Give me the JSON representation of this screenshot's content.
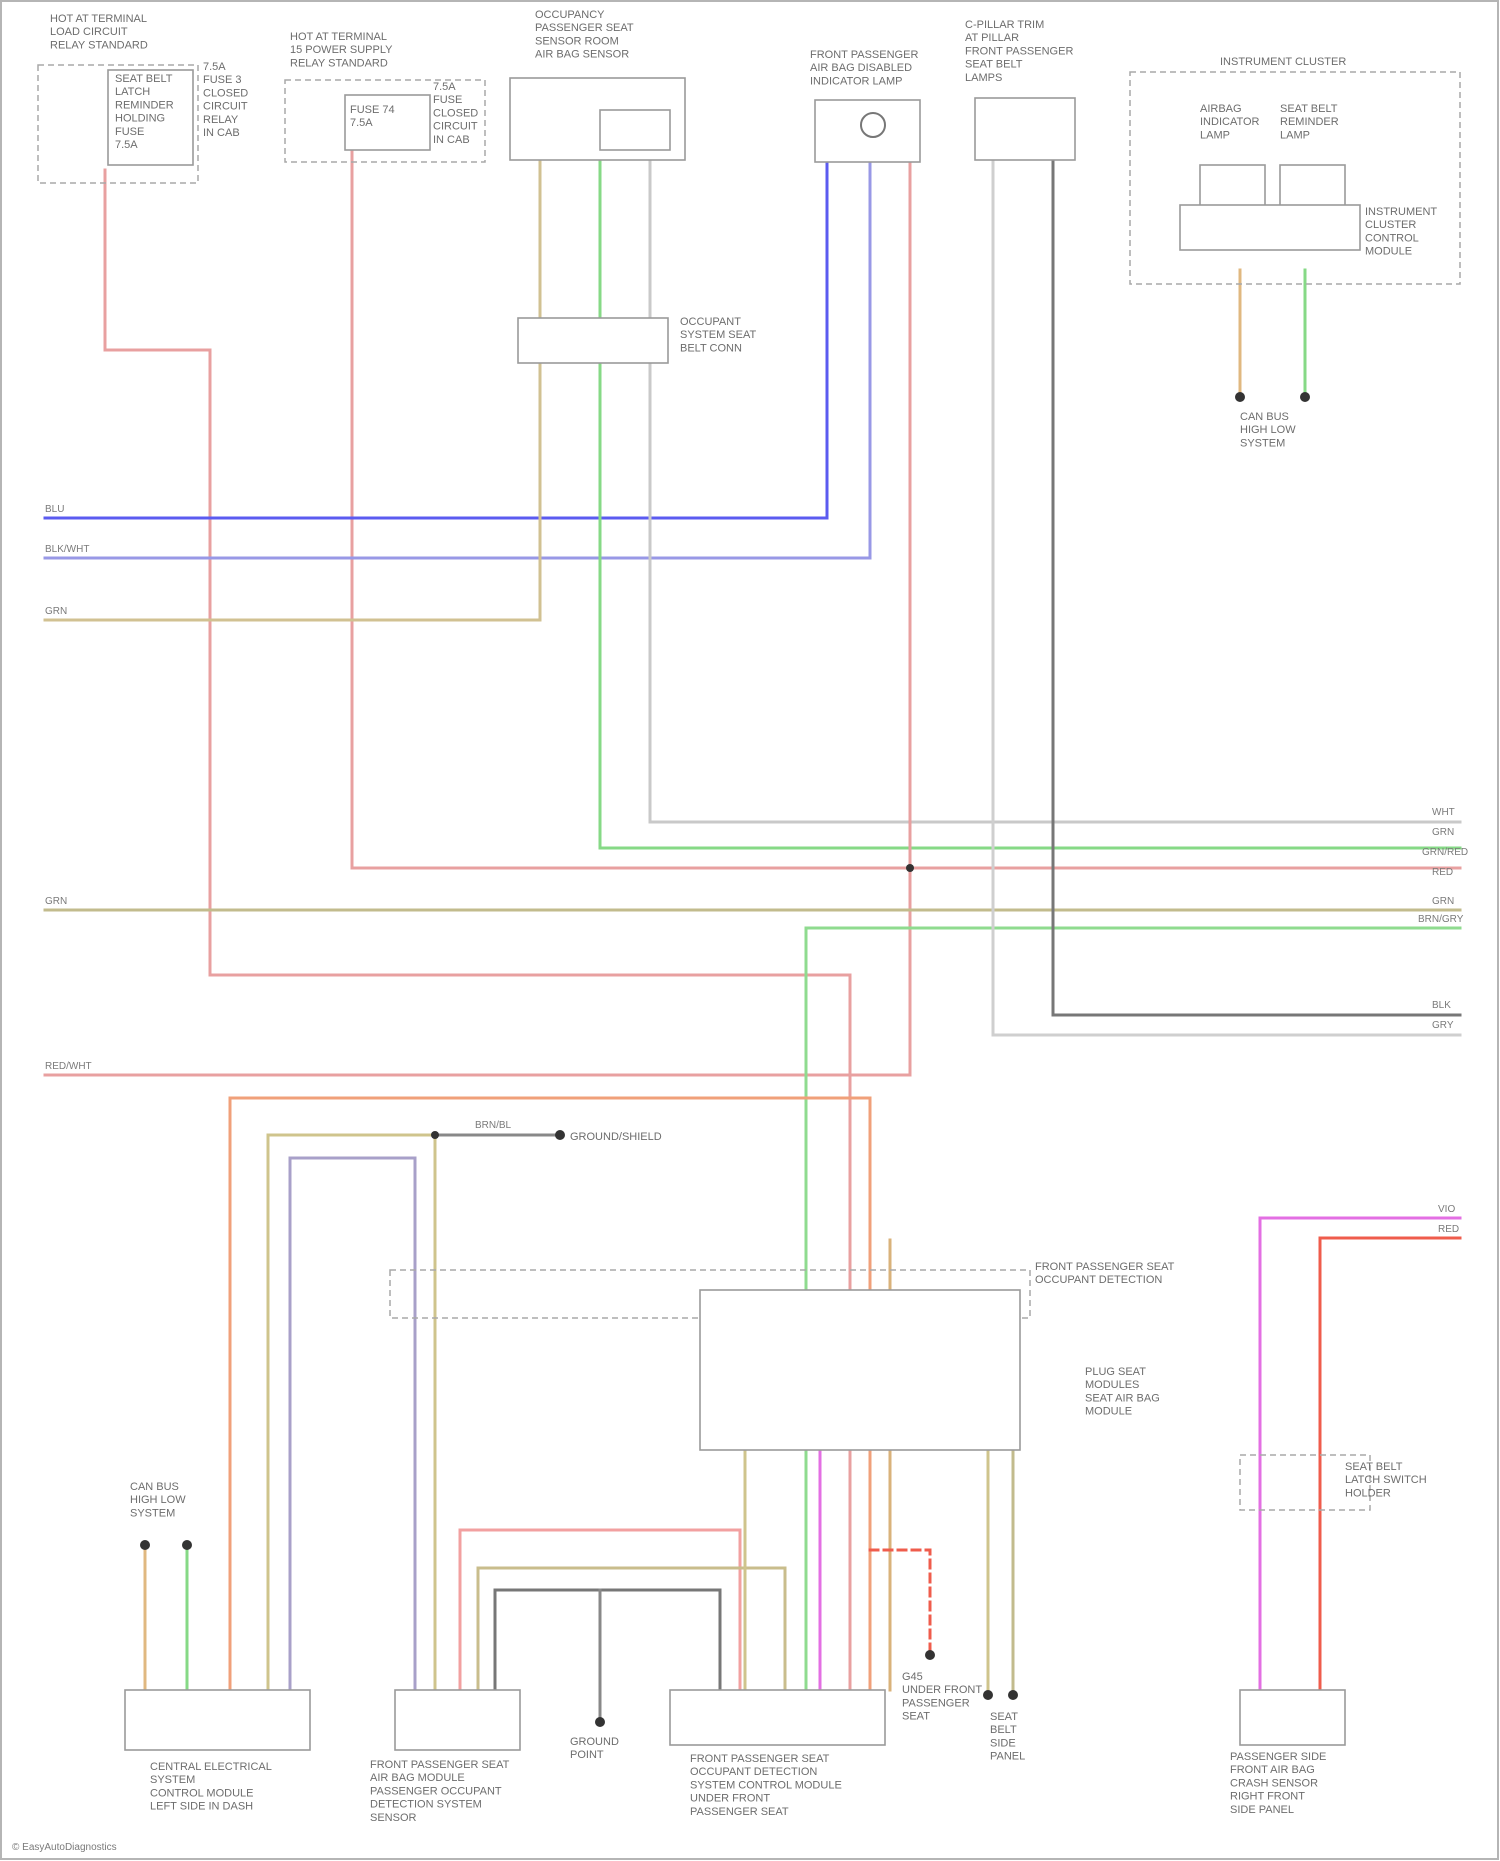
{
  "diagram": {
    "labels": {
      "hot_a": "HOT AT TERMINAL\nLOAD CIRCUIT\nRELAY STANDARD",
      "hot_b": "HOT AT TERMINAL\n15 POWER SUPPLY\nRELAY STANDARD",
      "fuse_a": "SEAT BELT\nLATCH\nREMINDER\nHOLDING\nFUSE\n7.5A",
      "fuse_a_side": "7.5A\nFUSE 3\nCLOSED\nCIRCUIT\nRELAY\nIN CAB",
      "fuse_b": "FUSE 74\n7.5A",
      "fuse_b_side": "7.5A\nFUSE\nCLOSED\nCIRCUIT\nIN CAB",
      "occ_sensor": "OCCUPANCY\nPASSENGER SEAT\nSENSOR ROOM\nAIR BAG SENSOR",
      "pass_lamp": "FRONT PASSENGER\nAIR BAG DISABLED\nINDICATOR LAMP",
      "pillar": "C-PILLAR TRIM\nAT PILLAR\nFRONT PASSENGER\nSEAT BELT\nLAMPS",
      "inst_cluster": "INSTRUMENT CLUSTER",
      "ind_lamp_a": "AIRBAG\nINDICATOR\nLAMP",
      "ind_lamp_b": "SEAT BELT\nREMINDER\nLAMP",
      "cluster_ctrl": "INSTRUMENT\nCLUSTER\nCONTROL\nMODULE",
      "conn_occ": "OCCUPANT\nSYSTEM SEAT\nBELT CONN",
      "can_a": "CAN BUS\nHIGH LOW\nSYSTEM",
      "pass_seat_conn": "FRONT PASSENGER SEAT\nOCCUPANT DETECTION",
      "ground_ref": "GROUND/SHIELD",
      "wire_lbl_ref": "BRN/BL",
      "left_wire_1": "BLU",
      "left_wire_2": "BLK/WHT",
      "left_wire_3": "GRN",
      "left_wire_4": "GRN",
      "left_wire_5": "RED/WHT",
      "right_wire_1": "WHT",
      "right_wire_2": "GRN",
      "right_wire_3": "GRN/RED",
      "right_wire_4": "RED",
      "right_wire_5": "GRN",
      "right_wire_6": "BRN/GRY",
      "right_wire_7": "BLK",
      "right_wire_8": "GRY",
      "right_wire_9": "VIO",
      "right_wire_10": "RED",
      "mid_text": "PLUG SEAT\nMODULES\n\nSEAT AIR BAG\nMODULE",
      "seat_belt_conn": "SEAT BELT\nLATCH SWITCH\nHOLDER",
      "can_b": "CAN BUS\nHIGH LOW\nSYSTEM",
      "ctrl_module": "CENTRAL ELECTRICAL\nSYSTEM\nCONTROL MODULE\nLEFT SIDE IN DASH",
      "pass_air_module": "FRONT PASSENGER SEAT\nAIR BAG MODULE\nPASSENGER OCCUPANT\nDETECTION SYSTEM\nSENSOR",
      "occ_ctrl_module": "FRONT PASSENGER SEAT\nOCCUPANT DETECTION\nSYSTEM CONTROL MODULE\nUNDER FRONT\nPASSENGER SEAT",
      "ground_a": "GROUND\nPOINT",
      "ground_b": "G45\nUNDER FRONT\nPASSENGER\nSEAT",
      "ground_c": "SEAT\nBELT\nSIDE\nPANEL",
      "side_module": "PASSENGER SIDE\nFRONT AIR BAG\nCRASH SENSOR\nRIGHT FRONT\nSIDE PANEL",
      "footer": "© EasyAutoDiagnostics"
    },
    "colors": {
      "blue": "#5b5bf0",
      "lavender": "#8d8fe6",
      "tan": "#c9b98b",
      "red": "#e07a7a",
      "green": "#7ed37e",
      "gray": "#b9b9b9",
      "dark": "#6f6f6f",
      "orange": "#f0a07a",
      "khaki": "#b8b080",
      "magenta": "#e36fe3",
      "brightred": "#ef5c4c",
      "sand": "#d9b27a",
      "violet": "#a49cc7"
    }
  }
}
